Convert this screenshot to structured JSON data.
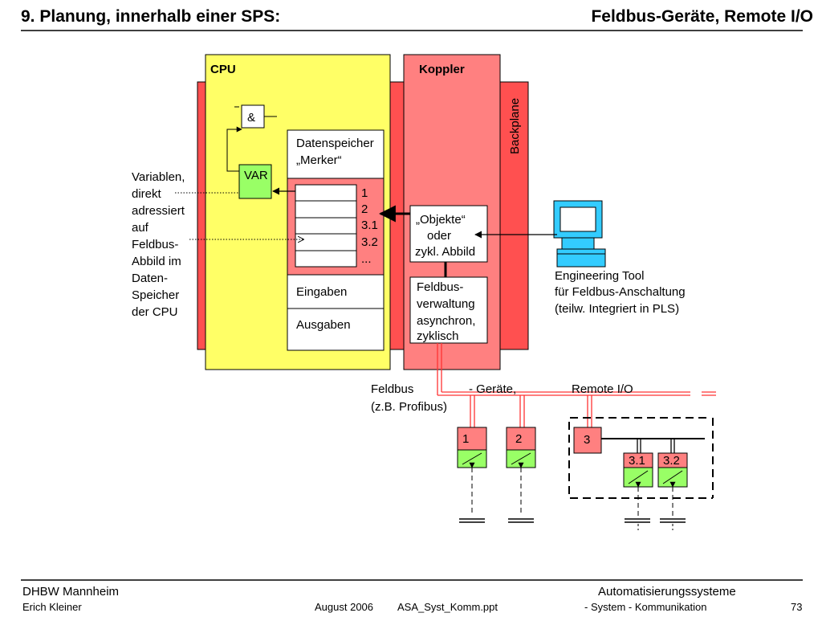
{
  "header": {
    "title_left": "9. Planung, innerhalb einer SPS:",
    "title_right": "Feldbus-Geräte, Remote I/O"
  },
  "diagram": {
    "cpu_label": "CPU",
    "koppler_label": "Koppler",
    "backplane_label": "Backplane",
    "and_gate": "&",
    "var_label": "VAR",
    "datenspeicher": [
      "Datenspeicher",
      "„Merker“"
    ],
    "memory_indices": [
      "1",
      "2",
      "3.1",
      "3.2",
      "..."
    ],
    "eingaben": "Eingaben",
    "ausgaben": "Ausgaben",
    "variablen_text": [
      "Variablen,",
      "direkt",
      "adressiert",
      "auf",
      "Feldbus-",
      "Abbild im",
      "Daten-",
      "Speicher",
      "der CPU"
    ],
    "objekte_text": [
      "„Objekte“",
      "oder",
      "zykl. Abbild"
    ],
    "feldbusverwaltung_text": [
      "Feldbus-",
      "verwaltung",
      "asynchron,",
      "zyklisch"
    ],
    "engineering_text": [
      "Engineering Tool",
      "für Feldbus-Anschaltung",
      "(teilw. Integriert in PLS)"
    ],
    "feldbus_label": "Feldbus",
    "geraete_label": "- Geräte,",
    "remote_label": "Remote I/O",
    "profibus_label": "(z.B. Profibus)",
    "devices": [
      "1",
      "2",
      "3",
      "3.1",
      "3.2"
    ],
    "colors": {
      "cpu_fill": "#ffff66",
      "koppler_fill": "#ff8080",
      "backplane_fill": "#ff5050",
      "memory_fill": "#ff8080",
      "var_fill": "#99ff66",
      "bus_red": "#ff3333",
      "monitor_fill": "#33ccff"
    }
  },
  "footer": {
    "institution": "DHBW  Mannheim",
    "course": "Automatisierungssysteme",
    "author": "Erich Kleiner",
    "date": "August 2006",
    "file": "ASA_Syst_Komm.ppt",
    "topic": "- System - Kommunikation",
    "page": "73"
  }
}
